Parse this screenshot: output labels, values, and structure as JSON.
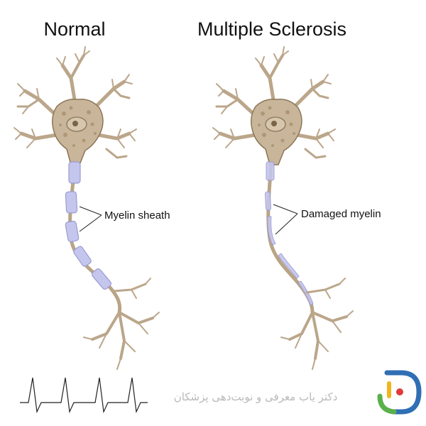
{
  "panels": {
    "normal": {
      "title": "Normal",
      "callout": "Myelin sheath"
    },
    "ms": {
      "title": "Multiple Sclerosis",
      "callout": "Damaged myelin"
    }
  },
  "watermark": {
    "text": "دکتر یاب معرفی و نوبت‌دهی پزشکان"
  },
  "colors": {
    "neuron_fill": "#c9b59a",
    "neuron_dark": "#a8916f",
    "neuron_outline": "#8c7657",
    "myelin_fill": "#c5c6ee",
    "myelin_outline": "#9a9bd0",
    "ecg_line": "#222222",
    "logo_blue": "#2f6fb3",
    "logo_green": "#5bb04b",
    "logo_yellow": "#f2b51f",
    "logo_red": "#e03a3a"
  }
}
